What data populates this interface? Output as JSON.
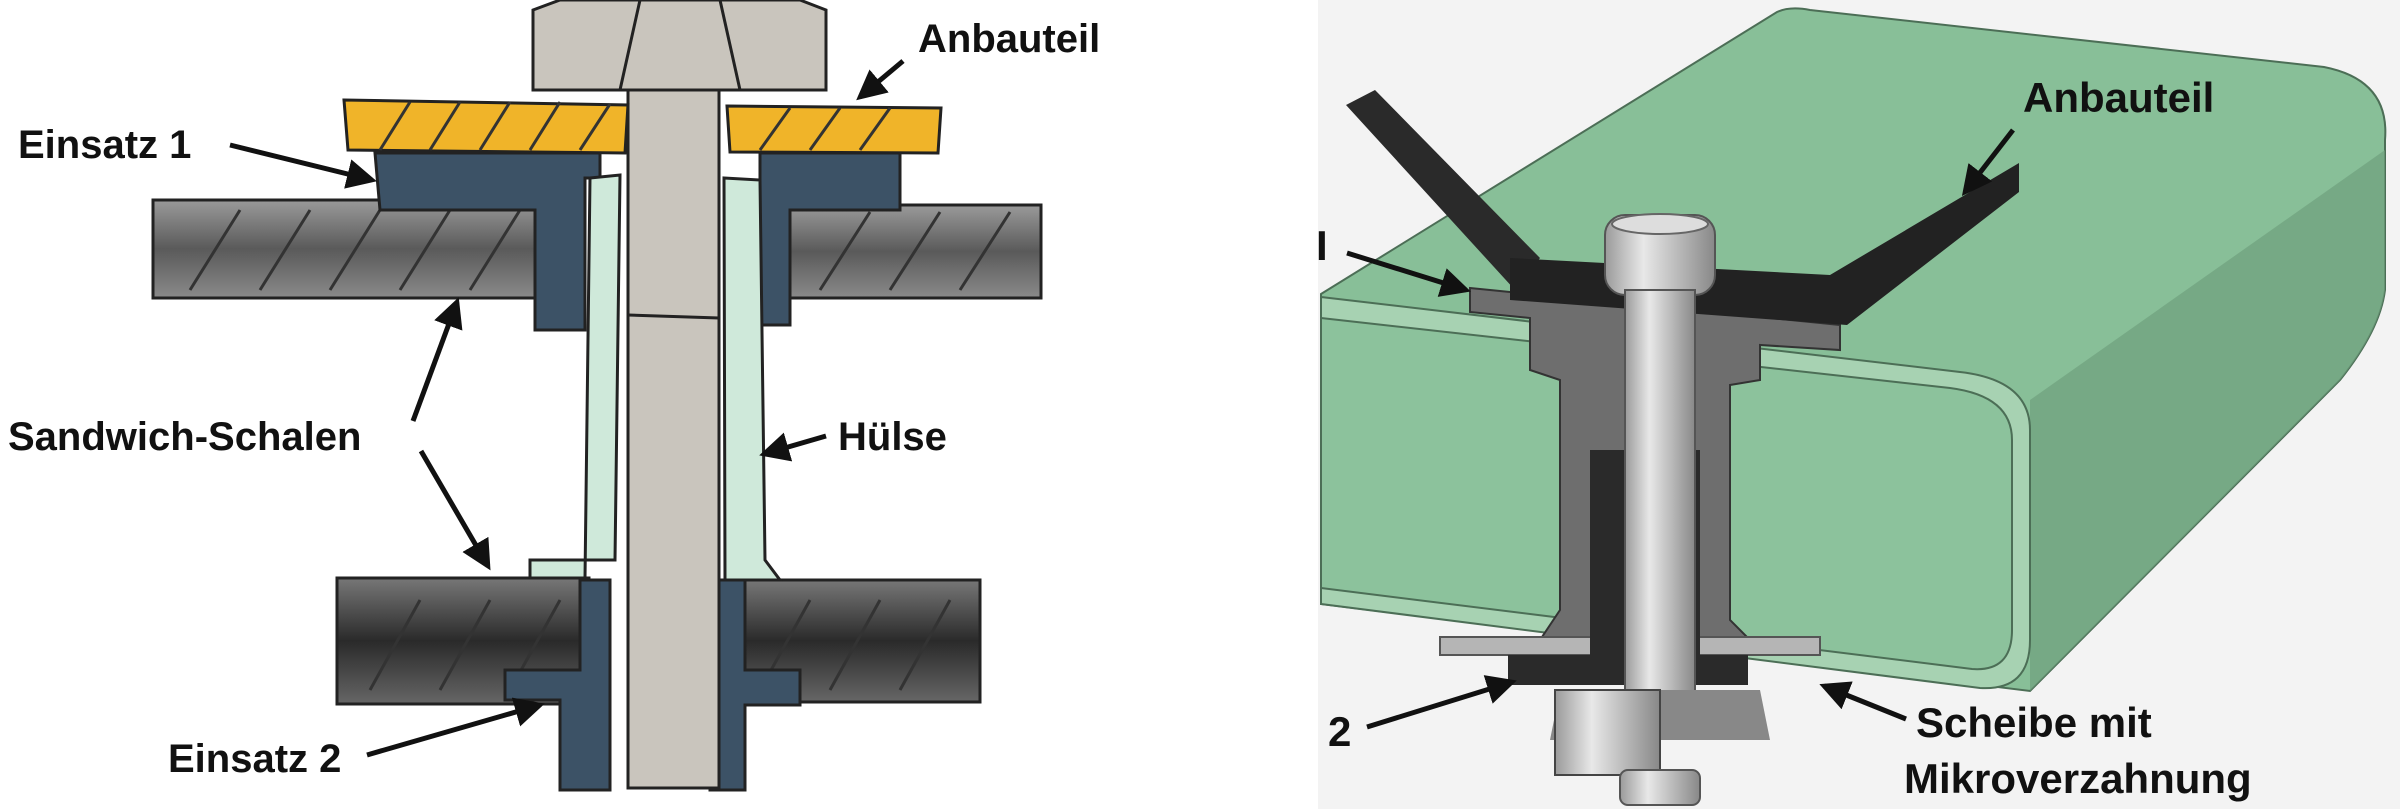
{
  "left_sketch": {
    "labels": {
      "anbauteil": "Anbauteil",
      "einsatz1": "Einsatz 1",
      "sandwich": "Sandwich-Schalen",
      "huelse": "Hülse",
      "einsatz2": "Einsatz 2"
    }
  },
  "right_cad": {
    "labels": {
      "anbauteil": "Anbauteil",
      "insert1": "I",
      "insert2": "2",
      "scheibe_line1": "Scheibe mit",
      "scheibe_line2": "Mikroverzahnung"
    }
  },
  "colors": {
    "anbauteil_orange": "#f0b429",
    "insert_blue": "#3c5266",
    "sleeve_green": "#cfe9da",
    "bolt_gray": "#c9c5bd",
    "tube_green": "#88bf98",
    "cad_dark": "#2a2a2a"
  }
}
